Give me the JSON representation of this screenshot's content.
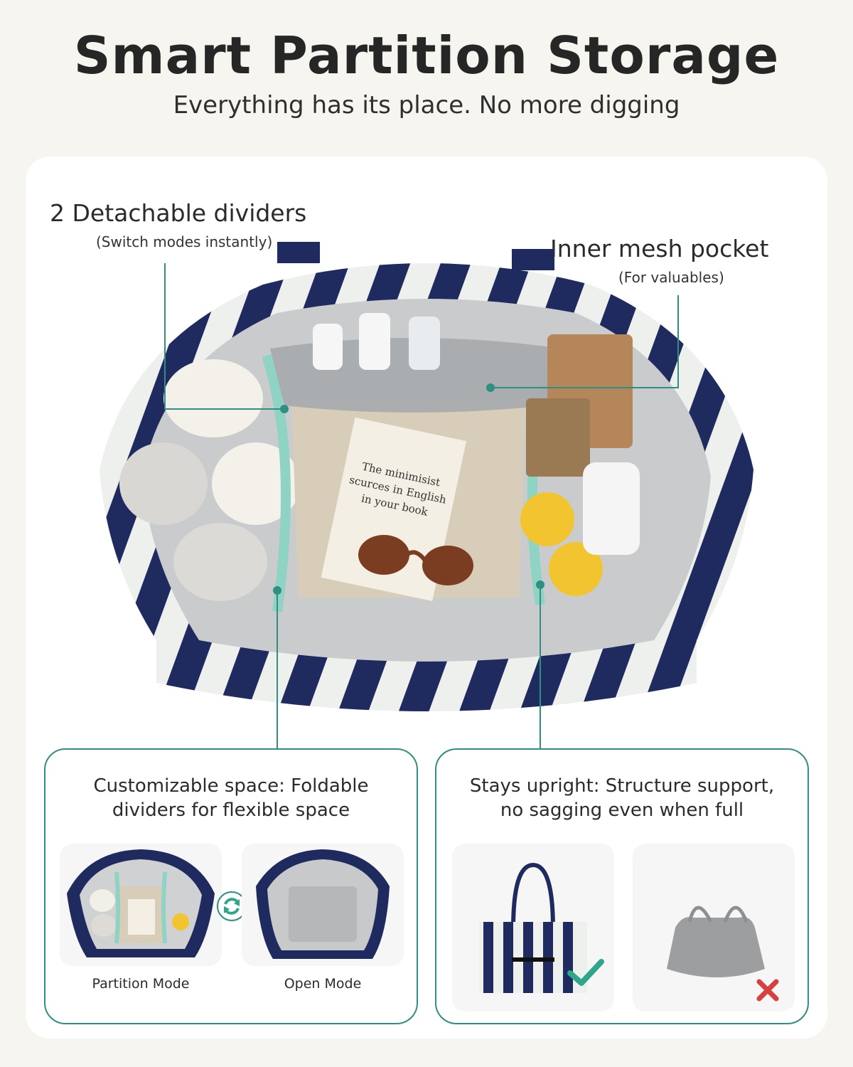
{
  "header": {
    "title": "Smart Partition Storage",
    "subtitle": "Everything has its place. No more digging"
  },
  "callouts": {
    "dividers": {
      "title": "2 Detachable dividers",
      "note": "(Switch modes instantly)"
    },
    "mesh": {
      "title": "Inner mesh pocket",
      "note": "(For valuables)"
    }
  },
  "book": {
    "text_line1": "The minimisist",
    "text_line2": "scurces in English",
    "text_line3": "in your book"
  },
  "panels": {
    "left": {
      "title_line1": "Customizable space: Foldable",
      "title_line2": "dividers for flexible space",
      "mode1": "Partition Mode",
      "mode2": "Open Mode"
    },
    "right": {
      "title_line1": "Stays upright: Structure support,",
      "title_line2": "no sagging even when full"
    }
  },
  "colors": {
    "accent_teal": "#2f8f80",
    "navy": "#1f2b5e",
    "check_green": "#2fa58a",
    "cross_red": "#d64040"
  },
  "icons": [
    "swap-arrows-icon",
    "check-icon",
    "cross-icon"
  ]
}
